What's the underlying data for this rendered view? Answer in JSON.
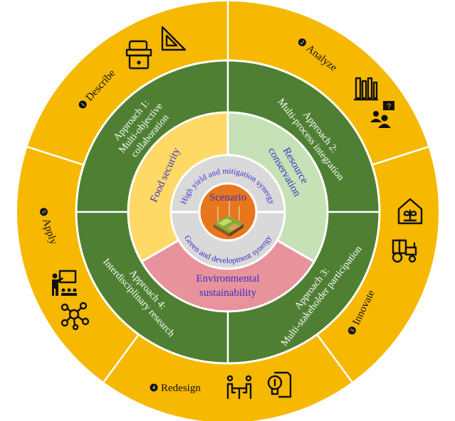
{
  "colors": {
    "outer": "#F6B800",
    "green": "#4F7F33",
    "food": "#FFD966",
    "resource": "#C6E1B6",
    "environment": "#E8929C",
    "gray": "#D9D9D9",
    "orange": "#E8761C",
    "text_blue": "#3a2fc8"
  },
  "steps": [
    {
      "num": "1",
      "label": "Describe",
      "icons": [
        "toolbox-icon",
        "set-square-icon"
      ]
    },
    {
      "num": "2",
      "label": "Analyze",
      "icons": [
        "books-icon",
        "people-question-icon"
      ]
    },
    {
      "num": "3",
      "label": "Innovate",
      "icons": [
        "greenhouse-plant-icon",
        "tractor-icon"
      ]
    },
    {
      "num": "4",
      "label": "Redesign",
      "icons": [
        "meeting-table-icon",
        "lightbulb-document-icon"
      ]
    },
    {
      "num": "5",
      "label": "Apply",
      "icons": [
        "presenter-icon",
        "network-icon"
      ]
    }
  ],
  "approaches": [
    {
      "title": "Approach 1:",
      "lines": [
        "Multi-objective",
        "collaboration"
      ]
    },
    {
      "title": "Approach 2:",
      "lines": [
        "Multi-process integration"
      ]
    },
    {
      "title": "Approach 3:",
      "lines": [
        "Multi-stakeholder participation"
      ]
    },
    {
      "title": "Approach 4:",
      "lines": [
        "Interdisciplinary research"
      ]
    }
  ],
  "goals": {
    "food": "Food security",
    "resource": [
      "Resource",
      "conservation"
    ],
    "environment": [
      "Environmental",
      "sustainability"
    ]
  },
  "synergies": {
    "top": "High yield and mitigation synergy",
    "bottom": "Green and development synergy"
  },
  "center": {
    "label": "Scenario",
    "icon": "farm-scenario-icon"
  }
}
